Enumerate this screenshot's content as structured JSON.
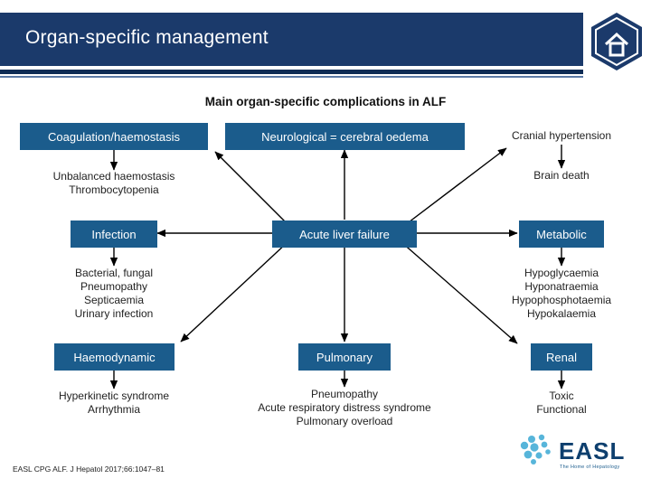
{
  "header": {
    "title": "Organ-specific management",
    "logo_icon": "hexagon-home-icon"
  },
  "slide": {
    "subtitle": "Main organ-specific complications in ALF",
    "center_box": "Acute liver failure",
    "boxes": [
      {
        "label": "Coagulation/haemostasis"
      },
      {
        "label": "Neurological = cerebral oedema"
      },
      {
        "label": "Infection"
      },
      {
        "label": "Metabolic"
      },
      {
        "label": "Haemodynamic"
      },
      {
        "label": "Pulmonary"
      },
      {
        "label": "Renal"
      }
    ],
    "plain_labels": [
      {
        "label": "Cranial hypertension"
      }
    ],
    "details": [
      {
        "lines": "Unbalanced haemostasis\nThrombocytopenia"
      },
      {
        "lines": "Brain death"
      },
      {
        "lines": "Bacterial, fungal\nPneumopathy\nSepticaemia\nUrinary infection"
      },
      {
        "lines": "Hypoglycaemia\nHyponatraemia\nHypophosphotaemia\nHypokalaemia"
      },
      {
        "lines": "Hyperkinetic syndrome\nArrhythmia"
      },
      {
        "lines": "Pneumopathy\nAcute respiratory distress syndrome\nPulmonary overload"
      },
      {
        "lines": "Toxic\nFunctional"
      }
    ],
    "footnote": "EASL CPG ALF. J Hepatol 2017;66:1047–81",
    "easl_logo": {
      "word": "EASL",
      "tagline": "The Home of Hepatology"
    }
  },
  "colors": {
    "header_blue": "#1b3a6b",
    "box_blue": "#1b5c8c",
    "text_dark": "#222222"
  }
}
